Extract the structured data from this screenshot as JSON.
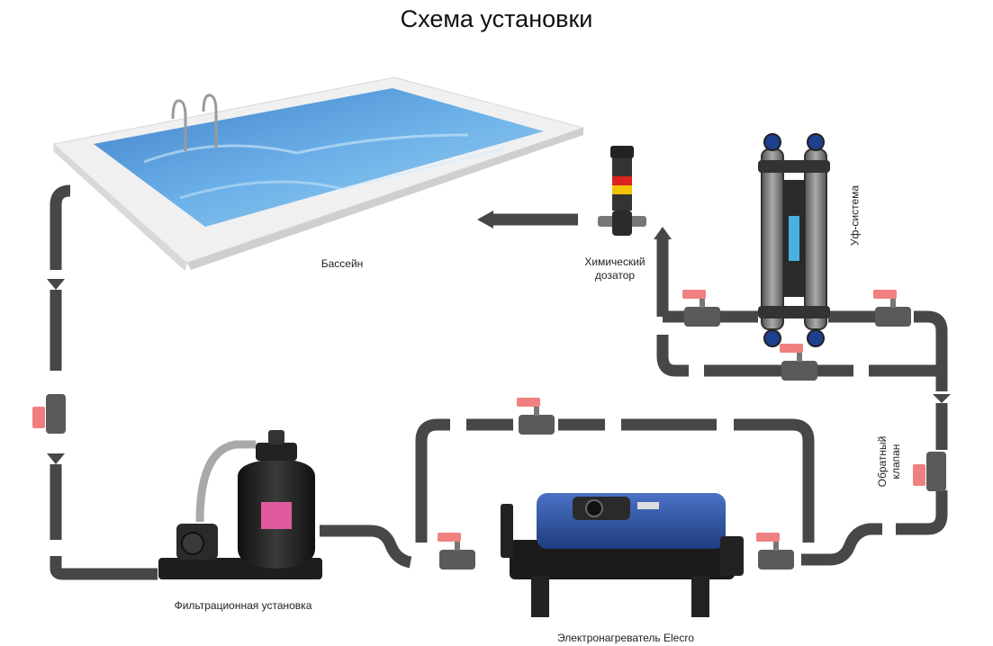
{
  "title": "Схема установки",
  "labels": {
    "pool": "Бассейн",
    "chemical_doser_line1": "Химический",
    "chemical_doser_line2": "дозатор",
    "uv_system": "Уф-система",
    "check_valve_line1": "Обратный",
    "check_valve_line2": "клапан",
    "filtration_unit": "Фильтрационная установка",
    "heater": "Электронагреватель Elecro"
  },
  "colors": {
    "pipe": "#474747",
    "valve_handle": "#f08080",
    "valve_body": "#5a5a5a",
    "pool_water": "#4a90d9",
    "pool_rim": "#eeeeee",
    "heater_body": "#2f56a8",
    "filter_tank": "#222222",
    "filter_label": "#e05aa0"
  },
  "icons": {
    "valve": "ball-valve-icon",
    "pump": "pump-icon",
    "arrow": "flow-arrow-icon"
  }
}
